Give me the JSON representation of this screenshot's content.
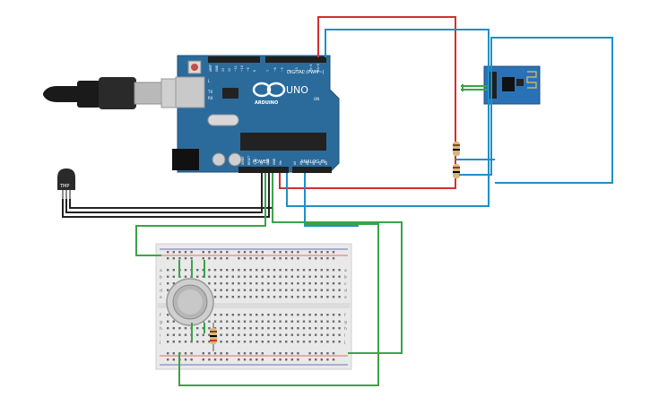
{
  "arduino": {
    "brand": "ARDUINO",
    "model": "UNO",
    "digital_label": "DIGITAL (PWM~)",
    "power_label": "POWER",
    "analog_label": "ANALOG IN",
    "on_label": "ON",
    "l_label": "L",
    "tx_label": "TX",
    "rx_label": "RX",
    "power_pins": [
      "IOREF",
      "RESET",
      "3.3V",
      "5V",
      "GND",
      "GND",
      "Vin"
    ],
    "analog_pins": [
      "A0",
      "A1",
      "A2",
      "A3",
      "A4",
      "A5"
    ],
    "digital_pins": [
      "AREF",
      "GND",
      "13",
      "12",
      "~11",
      "~10",
      "~9",
      "8",
      "7",
      "~6",
      "~5",
      "4",
      "~3",
      "2",
      "TX→1",
      "RX←0"
    ]
  },
  "temp_sensor": {
    "label": "TMP"
  },
  "breadboard": {
    "row_letters_top": [
      "a",
      "b",
      "c",
      "d",
      "e"
    ],
    "row_letters_bottom": [
      "f",
      "g",
      "h",
      "i",
      "j"
    ],
    "columns": 30
  },
  "colors": {
    "board": "#2b6b9c",
    "red_wire": "#d32f2f",
    "blue_wire": "#1e90c8",
    "green_wire": "#3aa34a",
    "black_wire": "#222222"
  }
}
